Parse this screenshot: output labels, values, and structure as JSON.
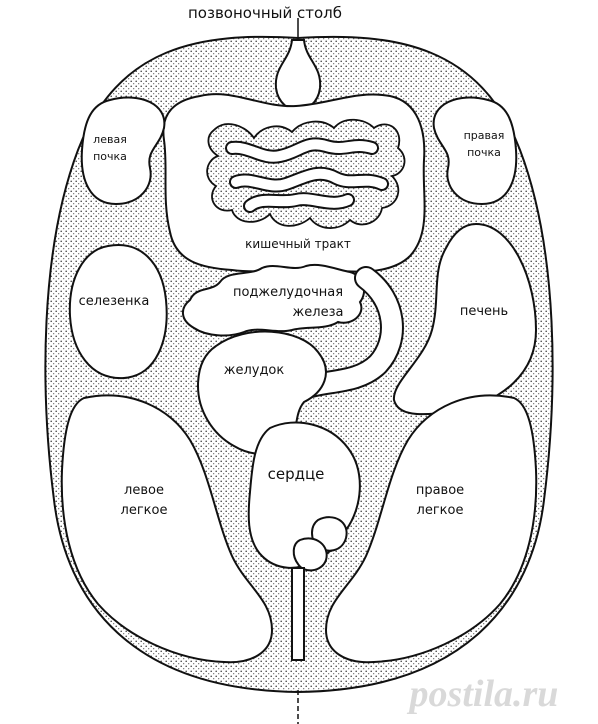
{
  "diagram": {
    "title": "позвоночный столб",
    "organs": {
      "left_kidney": [
        "левая",
        "почка"
      ],
      "right_kidney": [
        "правая",
        "почка"
      ],
      "intestine": "кишечный тракт",
      "spleen": "селезенка",
      "pancreas": [
        "поджелудочная",
        "железа"
      ],
      "liver": "печень",
      "stomach": "желудок",
      "heart": "сердце",
      "left_lung": [
        "левое",
        "легкое"
      ],
      "right_lung": [
        "правое",
        "легкое"
      ]
    },
    "watermark": "postila.ru"
  },
  "colors": {
    "outline": "#111111",
    "stipple": "#3a3a3a",
    "organ_fill": "#ffffff",
    "watermark": "#d9d9d9"
  }
}
